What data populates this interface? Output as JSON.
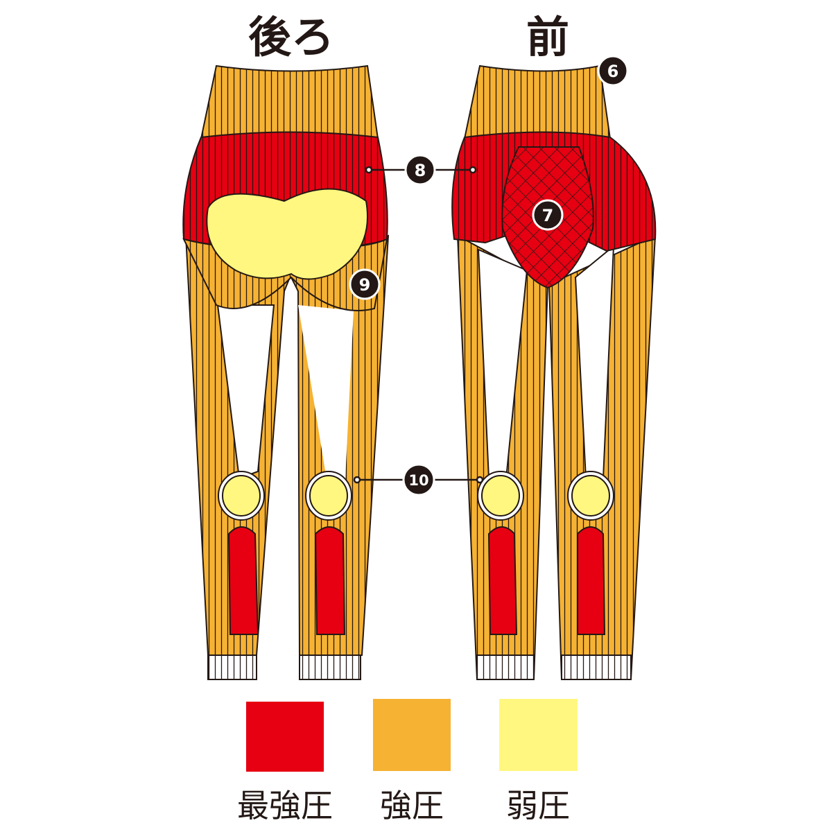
{
  "titles": {
    "back": "後ろ",
    "front": "前"
  },
  "markers": {
    "m6": "6",
    "m7": "7",
    "m8": "8",
    "m9": "9",
    "m10": "10"
  },
  "legend": [
    {
      "label": "最強圧",
      "color": "#e60012"
    },
    {
      "label": "強圧",
      "color": "#f6b233"
    },
    {
      "label": "弱圧",
      "color": "#fff77f"
    }
  ],
  "colors": {
    "strong_max": "#e60012",
    "strong": "#f6b233",
    "weak": "#fff77f",
    "outline": "#231815"
  }
}
